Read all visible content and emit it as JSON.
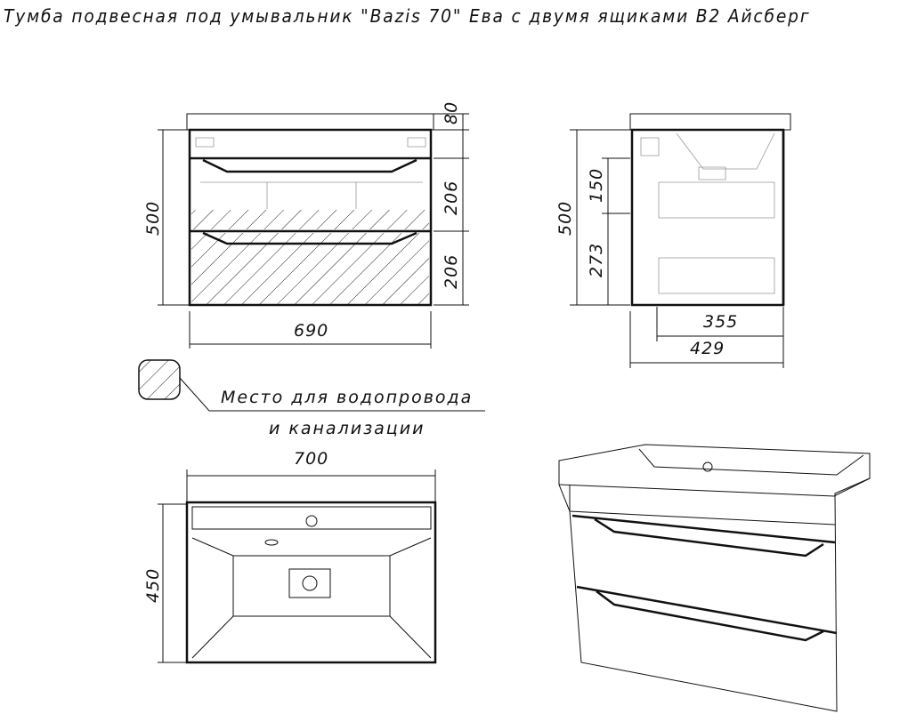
{
  "title": "Тумба подвесная под умывальник \"Bazis 70\" Ева с двумя ящиками В2 Айсберг",
  "front_view": {
    "height": "500",
    "top_height": "80",
    "drawer1_height": "206",
    "drawer2_height": "206",
    "width": "690"
  },
  "side_view": {
    "height": "500",
    "upper": "150",
    "lower": "273",
    "depth_inner": "355",
    "depth": "429"
  },
  "legend": {
    "line1": "Место для водопровода",
    "line2": "и канализации"
  },
  "top_view": {
    "width": "700",
    "depth": "450"
  }
}
